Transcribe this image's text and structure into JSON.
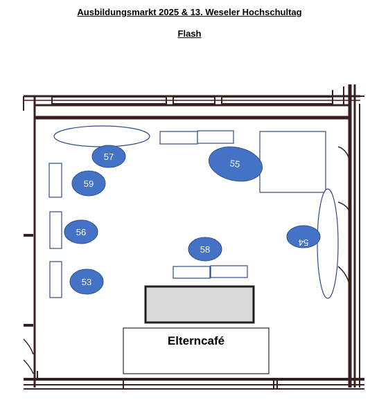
{
  "header": {
    "title": "Ausbildungsmarkt 2025 & 13. Weseler Hochschultag",
    "subtitle": "Flash"
  },
  "room": {
    "cafe_label": "Elterncafé"
  },
  "stands": [
    {
      "id": "53",
      "label": "53"
    },
    {
      "id": "54",
      "label": "54"
    },
    {
      "id": "55",
      "label": "55"
    },
    {
      "id": "56",
      "label": "56"
    },
    {
      "id": "57",
      "label": "57"
    },
    {
      "id": "58",
      "label": "58"
    },
    {
      "id": "59",
      "label": "59"
    }
  ],
  "colors": {
    "stand_fill": "#4472C4",
    "stand_stroke": "#2F528F",
    "wall": "#3b1f1f",
    "furniture": "#2E4A8A",
    "counter_fill": "#D9D9D9"
  }
}
